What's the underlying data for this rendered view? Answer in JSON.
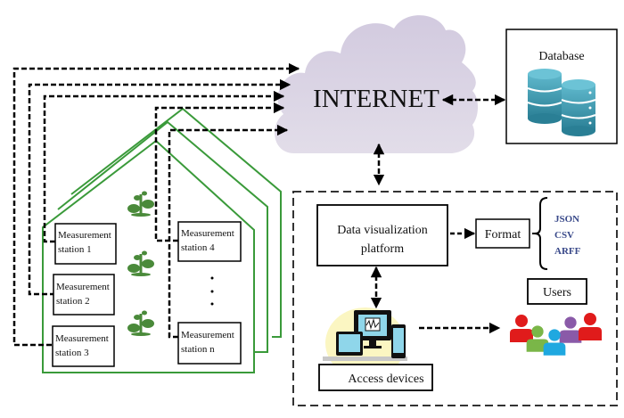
{
  "internet": {
    "label": "INTERNET",
    "color": "#d9d3e3"
  },
  "database": {
    "label": "Database",
    "icon": "database-icon",
    "color": "#2f8fa6"
  },
  "greenhouse": {
    "stroke_color": "#3a9a3a",
    "plant_color": "#4a8a3a",
    "stations": [
      {
        "line1": "Measurement",
        "line2": "station 1"
      },
      {
        "line1": "Measurement",
        "line2": "station 2"
      },
      {
        "line1": "Measurement",
        "line2": "station 3"
      },
      {
        "line1": "Measurement",
        "line2": "station 4"
      },
      {
        "line1": "Measurement",
        "line2": "station n"
      }
    ],
    "ellipsis": "..."
  },
  "platform": {
    "label_line1": "Data visualization",
    "label_line2": "platform",
    "format_label": "Format",
    "formats": [
      "JSON",
      "CSV",
      "ARFF"
    ],
    "format_color": "#3a4a8a",
    "users_label": "Users",
    "access_label": "Access devices",
    "user_colors": [
      "#e01b1b",
      "#7ab648",
      "#1fa8e0",
      "#8a5aa8",
      "#e01b1b"
    ]
  }
}
